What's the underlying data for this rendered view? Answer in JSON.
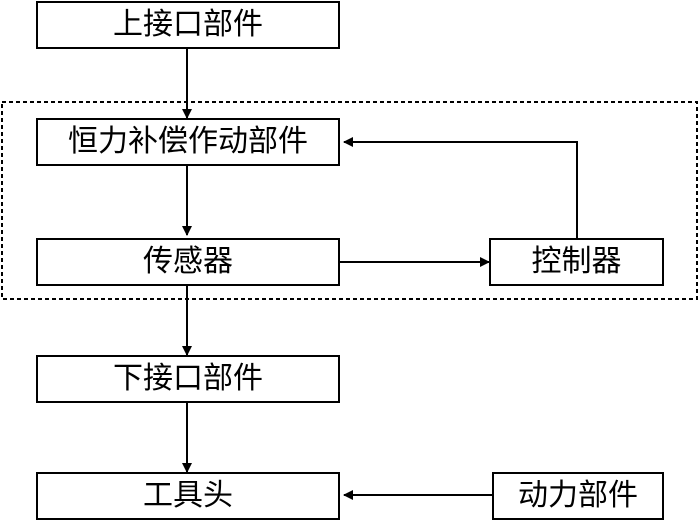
{
  "nodes": {
    "upper_interface": "上接口部件",
    "compensation_actuator": "恒力补偿作动部件",
    "sensor": "传感器",
    "controller": "控制器",
    "lower_interface": "下接口部件",
    "tool_head": "工具头",
    "power_unit": "动力部件"
  },
  "style": {
    "stroke_color": "#000000",
    "background": "#ffffff",
    "dashed_group": "compensation loop (恒力补偿作动部件, 传感器, 控制器)"
  }
}
